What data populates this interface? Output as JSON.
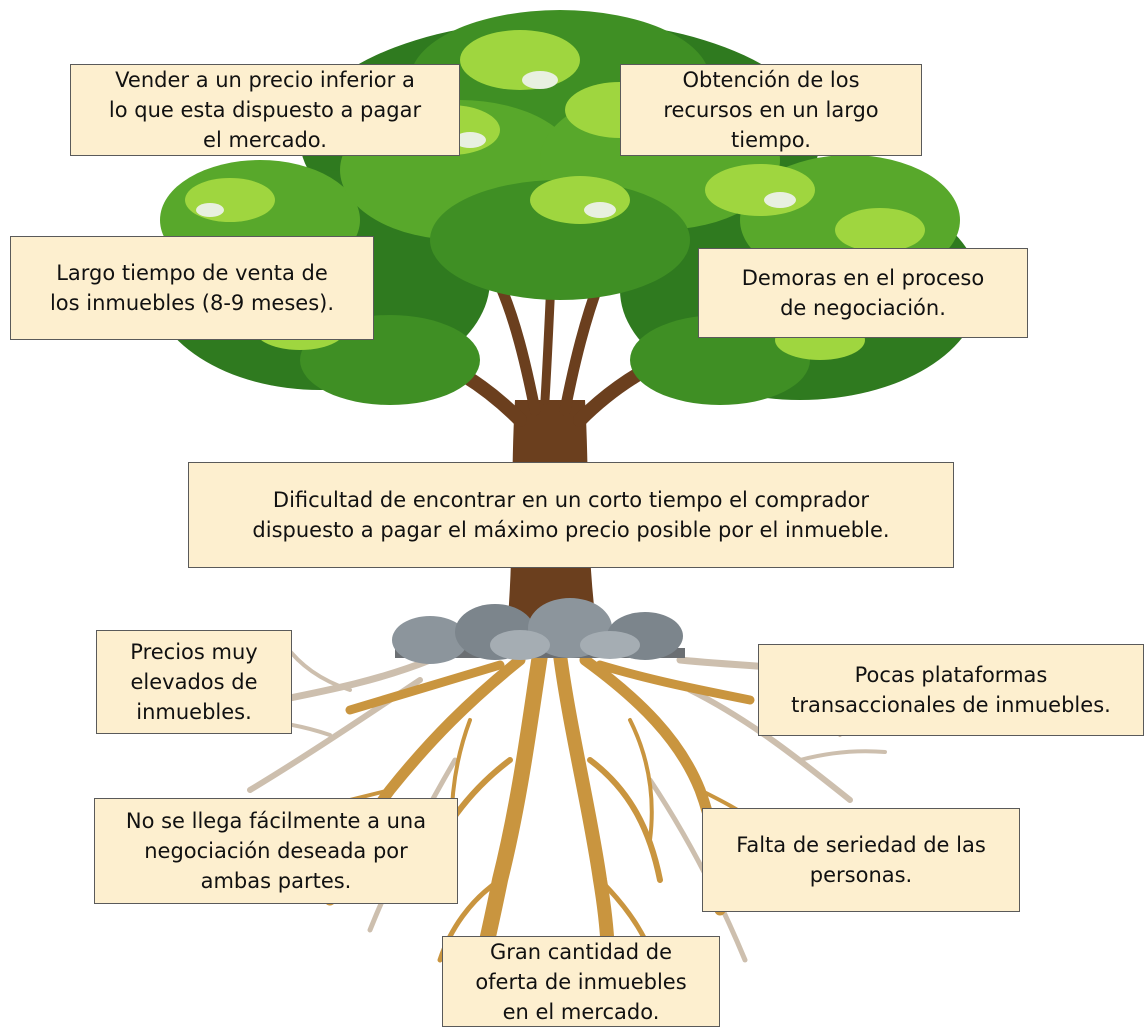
{
  "diagram": {
    "colors": {
      "box_fill": "#fdefcf",
      "box_border": "#5a5a5a",
      "trunk": "#6b3f1e",
      "foliage_dark": "#2f7a1f",
      "foliage_mid": "#58a82b",
      "foliage_light": "#9fd63f",
      "roots_main": "#c9953f",
      "roots_faded": "#cdbfae",
      "rocks": "#8c959c"
    },
    "canopy": {
      "top_left": "Vender a un precio inferior a\nlo que esta dispuesto a  pagar\nel mercado.",
      "top_right": "Obtención de los\nrecursos en un largo\ntiempo.",
      "middle_left": "Largo tiempo de venta de\nlos inmuebles (8-9 meses).",
      "middle_right": "Demoras en el proceso\nde negociación."
    },
    "trunk_label": "Dificultad de encontrar en un corto tiempo el comprador\ndispuesto a pagar el máximo precio posible por el inmueble.",
    "roots": {
      "upper_left": "Precios muy\nelevados de\ninmuebles.",
      "upper_right": "Pocas plataformas\ntransaccionales de inmuebles.",
      "lower_left": "No se llega fácilmente a una\nnegociación deseada por\nambas partes.",
      "lower_right": "Falta de seriedad de las\npersonas.",
      "bottom": "Gran cantidad de\noferta de inmuebles\nen el mercado."
    }
  }
}
